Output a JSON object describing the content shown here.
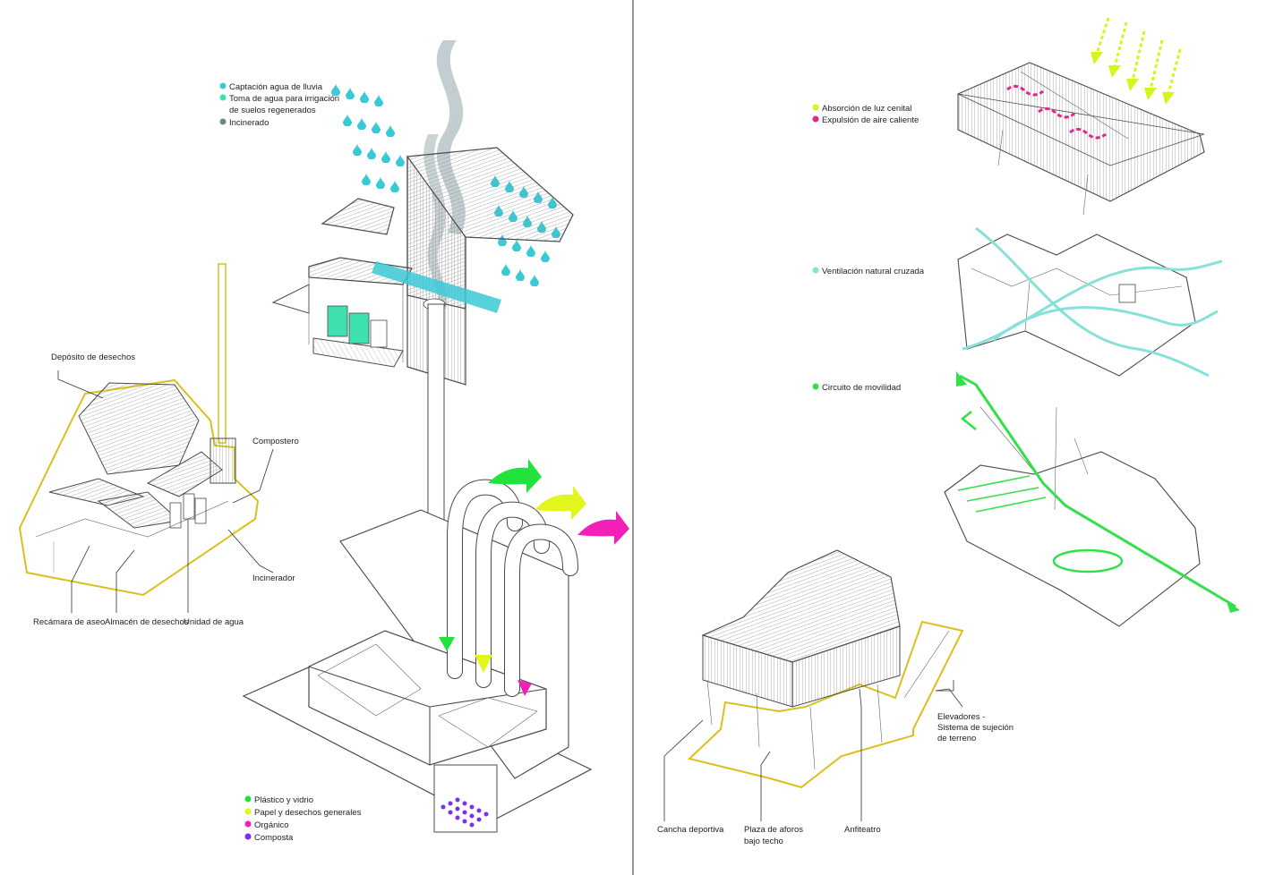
{
  "colors": {
    "rain": "#3bc9d6",
    "irrigation": "#3ee0b0",
    "incinerated": "#6b8a8e",
    "light": "#d6f51c",
    "hot_air": "#e6248e",
    "ventilation": "#86e2d8",
    "mobility": "#33e04a",
    "plastic": "#22e33c",
    "paper": "#e2f51d",
    "organic": "#f020b8",
    "compost": "#7b2df0",
    "outline": "#d9c01e",
    "linework": "#4a4a4a"
  },
  "legends": {
    "water": [
      {
        "label": "Captación agua de lluvia",
        "color": "#3bc9d6"
      },
      {
        "label": "Toma de agua para irrigación",
        "label2": "de suelos regenerados",
        "color": "#3ee0b0"
      },
      {
        "label": "Incinerado",
        "color": "#6b8a8e"
      }
    ],
    "waste": [
      {
        "label": "Plástico y vidrio",
        "color": "#22e33c"
      },
      {
        "label": "Papel y desechos generales",
        "color": "#e2f51d"
      },
      {
        "label": "Orgánico",
        "color": "#f020b8"
      },
      {
        "label": "Composta",
        "color": "#7b2df0"
      }
    ],
    "light": [
      {
        "label": "Absorción de luz cenital",
        "color": "#d6f51c"
      },
      {
        "label": "Expulsión de aire caliente",
        "color": "#e6248e"
      }
    ],
    "ventilation": [
      {
        "label": "Ventilación natural cruzada",
        "color": "#86e2d8"
      }
    ],
    "mobility": [
      {
        "label": "Circuito de movilidad",
        "color": "#33e04a"
      }
    ]
  },
  "callouts_left": {
    "deposito": "Depósito de desechos",
    "compostero": "Compostero",
    "incinerador": "Incinerador",
    "recamara": "Recámara de aseo",
    "almacen": "Almacén de desechos",
    "unidad_agua": "Unidad de agua"
  },
  "callouts_right": {
    "elevadores_1": "Elevadores -",
    "elevadores_2": "Sistema de sujeción",
    "elevadores_3": "de terreno",
    "cancha": "Cancha deportiva",
    "plaza_1": "Plaza de aforos",
    "plaza_2": "bajo techo",
    "anfiteatro": "Anfiteatro"
  }
}
